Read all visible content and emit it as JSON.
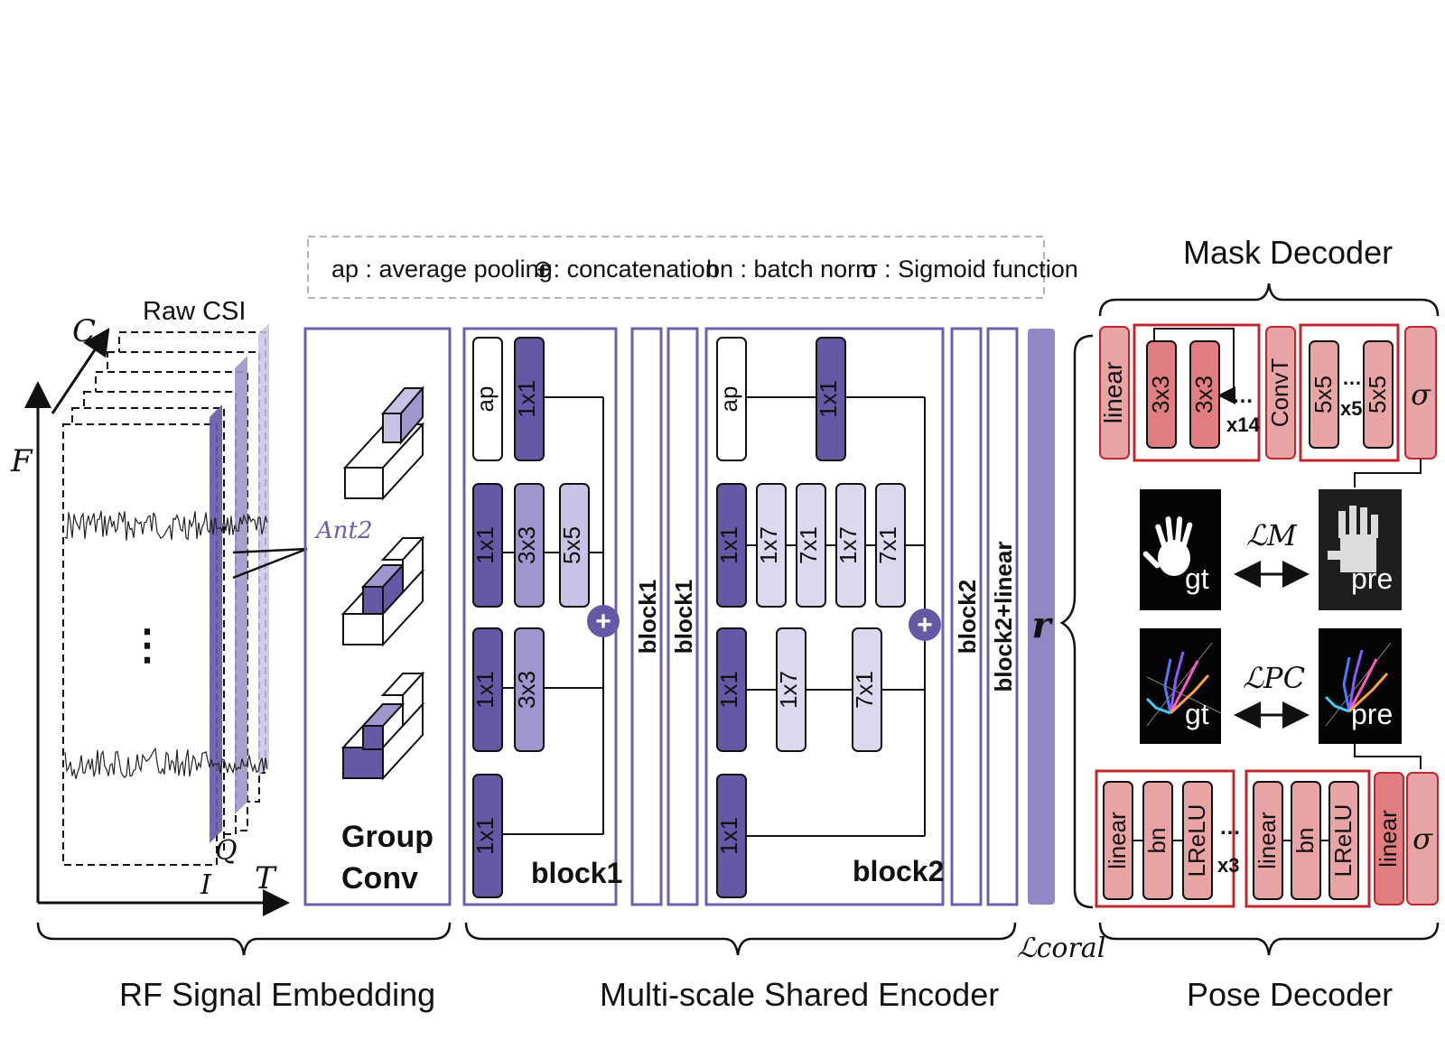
{
  "legend": {
    "ap": "ap : average pooling",
    "concat": "⊕: concatenation",
    "bn": "bn : batch norm",
    "sigmoid": "σ : Sigmoid function"
  },
  "embedding": {
    "raw_csi": "Raw CSI",
    "axis_c": "C",
    "axis_f": "F",
    "axis_t": "T",
    "label_i": "I",
    "label_q": "Q",
    "dots": "⋮",
    "ant2": "Ant2",
    "group_conv_line1": "Group",
    "group_conv_line2": "Conv",
    "section_label": "RF Signal Embedding"
  },
  "encoder": {
    "section_label": "Multi-scale Shared Encoder",
    "block1": {
      "title": "block1",
      "branch1": [
        "ap",
        "1x1"
      ],
      "branch2": [
        "1x1",
        "3x3",
        "5x5"
      ],
      "branch3": [
        "1x1",
        "3x3"
      ],
      "branch4": [
        "1x1"
      ]
    },
    "block1_a": "block1",
    "block1_b": "block1",
    "block2": {
      "title": "block2",
      "branch1": [
        "ap",
        "1x1"
      ],
      "branch2": [
        "1x1",
        "1x7",
        "7x1",
        "1x7",
        "7x1"
      ],
      "branch3": [
        "1x1",
        "1x7",
        "7x1"
      ],
      "branch4": [
        "1x1"
      ]
    },
    "block2_a": "block2",
    "block2_linear": "block2+linear",
    "concat_symbol": "+",
    "r": "r",
    "loss_coral": "ℒcoral"
  },
  "mask_decoder": {
    "title": "Mask Decoder",
    "linear": "linear",
    "conv_a": "3x3",
    "conv_b": "3x3",
    "dots": "…",
    "repeat": "x14",
    "convt": "ConvT",
    "k5a": "5x5",
    "k5_dots": "…",
    "k5_repeat": "x5",
    "k5b": "5x5",
    "sigma": "σ"
  },
  "outputs": {
    "gt": "gt",
    "pre": "pre",
    "loss_m": "ℒM",
    "loss_pc": "ℒPC"
  },
  "pose_decoder": {
    "title": "Pose Decoder",
    "group1": [
      "linear",
      "bn",
      "LReLU"
    ],
    "dots": "…",
    "repeat": "x3",
    "group2": [
      "linear",
      "bn",
      "LReLU"
    ],
    "linear": "linear",
    "sigma": "σ"
  },
  "colors": {
    "purple_dark": "#6559a6",
    "purple_mid": "#9e96cc",
    "purple_light": "#dcd9ef",
    "purple_border": "#6a60b0",
    "red_box": "#c0272d",
    "pink": "#e8a3a5",
    "pink_dark": "#e07d80"
  }
}
